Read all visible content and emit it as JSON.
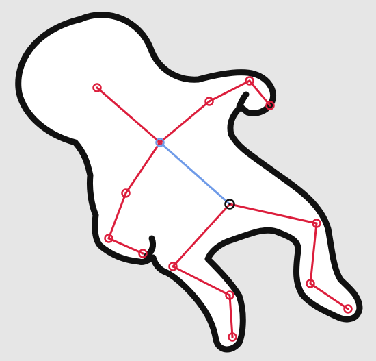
{
  "canvas": {
    "background": "#e6e6e6"
  },
  "figure": {
    "outline_color": "#111111",
    "fill_color": "#ffffff"
  },
  "skeleton": {
    "limb_color": "#dc1e3c",
    "spine_color": "#6f9be8",
    "root_color": "#111111",
    "joints": [
      "head",
      "neck",
      "pelvis",
      "right-elbow",
      "right-wrist",
      "right-hand",
      "left-elbow",
      "left-wrist",
      "left-hand",
      "right-knee",
      "right-ankle",
      "right-foot",
      "left-knee",
      "left-ankle",
      "left-foot"
    ]
  }
}
